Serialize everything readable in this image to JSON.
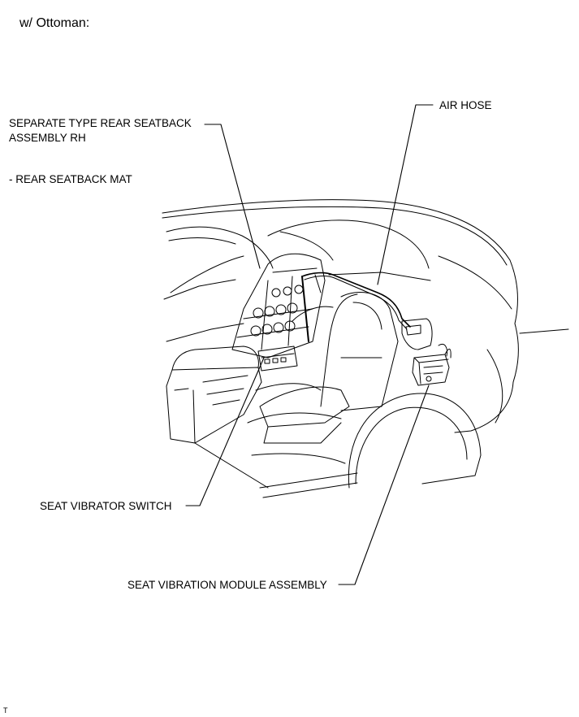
{
  "title": "w/ Ottoman:",
  "labels": {
    "rear_seatback": [
      "SEPARATE TYPE REAR SEATBACK",
      "ASSEMBLY RH"
    ],
    "seatback_mat": "- REAR SEATBACK MAT",
    "air_hose": "AIR HOSE",
    "vibrator_switch": "SEAT VIBRATOR SWITCH",
    "vibration_module": "SEAT VIBRATION MODULE ASSEMBLY"
  },
  "figure_ref": "T"
}
